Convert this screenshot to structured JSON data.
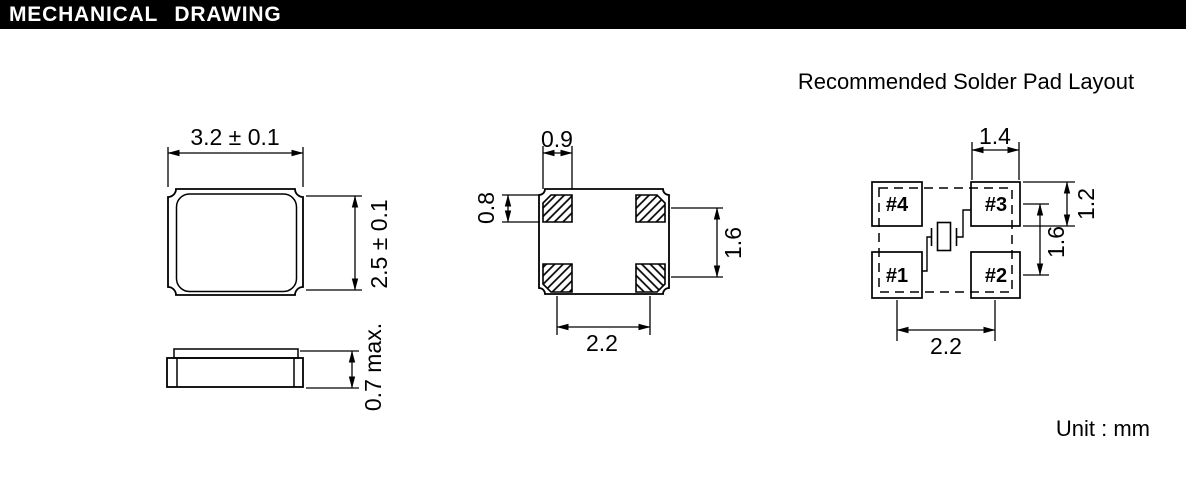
{
  "header": {
    "title": "MECHANICAL DRAWING"
  },
  "footer": {
    "unit": "Unit : mm"
  },
  "top_view": {
    "width": "3.2 ± 0.1",
    "height": "2.5 ± 0.1",
    "thickness": "0.7 max."
  },
  "bottom_view": {
    "pad_width": "0.9",
    "pad_height": "0.8",
    "row_pitch": "1.6",
    "col_pitch": "2.2"
  },
  "solder": {
    "title": "Recommended Solder Pad Layout",
    "pad_width": "1.4",
    "pad_height": "1.2",
    "row_pitch": "1.6",
    "col_pitch": "2.2",
    "pads": {
      "p1": "#1",
      "p2": "#2",
      "p3": "#3",
      "p4": "#4"
    }
  },
  "colors": {
    "ink": "#000000",
    "header_bg": "#000000",
    "header_text": "#ffffff",
    "background": "#ffffff"
  }
}
